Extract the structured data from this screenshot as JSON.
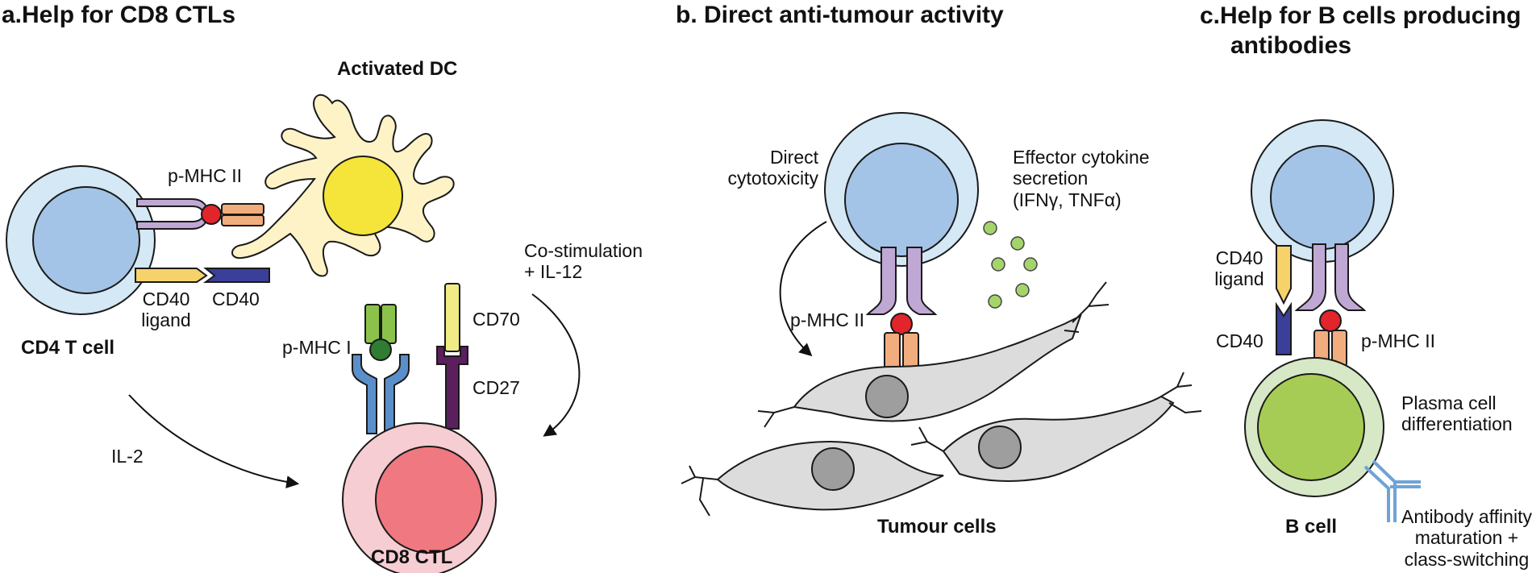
{
  "panels": {
    "a": {
      "title": "a.Help for CD8 CTLs",
      "activated_dc": "Activated DC",
      "pmhc2": "p-MHC II",
      "cd40_ligand_1": "CD40",
      "cd40_ligand_2": "ligand",
      "cd40": "CD40",
      "cd4_t_cell": "CD4 T cell",
      "pmhc1": "p-MHC I",
      "cd70": "CD70",
      "cd27": "CD27",
      "costim_1": "Co-stimulation",
      "costim_2": "+ IL-12",
      "il2": "IL-2",
      "cd8_ctl": "CD8 CTL"
    },
    "b": {
      "title": "b.  Direct anti-tumour activity",
      "direct_1": "Direct",
      "direct_2": "cytotoxicity",
      "effector_1": "Effector cytokine",
      "effector_2": "secretion",
      "effector_3": "(IFNγ, TNFα)",
      "pmhc2": "p-MHC II",
      "tumour_cells": "Tumour cells"
    },
    "c": {
      "title_1": "c.Help for B cells producing",
      "title_2": "antibodies",
      "cd40_ligand_1": "CD40",
      "cd40_ligand_2": "ligand",
      "cd40": "CD40",
      "pmhc2": "p-MHC II",
      "plasma_1": "Plasma cell",
      "plasma_2": "differentiation",
      "b_cell": "B cell",
      "antibody_1": "Antibody affinity",
      "antibody_2": "maturation +",
      "antibody_3": "class-switching"
    }
  },
  "colors": {
    "cd4_outer": "#d4e8f5",
    "cd4_inner": "#a3c4e6",
    "dc": "#fdf3c6",
    "dc_nucleus": "#f5e53a",
    "mhc2": "#c0a8d4",
    "tcr_peptide": "#e2242b",
    "tcr_orange": "#f2ad7e",
    "cd40l": "#f5d26a",
    "cd40": "#3a3f9a",
    "mhc1": "#8bc34a",
    "mhc1_peptide": "#2e7d32",
    "tcr_blue": "#5b8fc9",
    "cd70": "#f0eb85",
    "cd27": "#5c1f5e",
    "cd8_outer": "#f6cdd2",
    "cd8_inner": "#f07880",
    "tumour": "#dcdcdc",
    "tumour_nucleus": "#9e9e9e",
    "cytokine": "#a4d46a",
    "bcell_outer": "#d7e8c6",
    "bcell_inner": "#a6cc55",
    "antibody": "#6fa3d6"
  }
}
